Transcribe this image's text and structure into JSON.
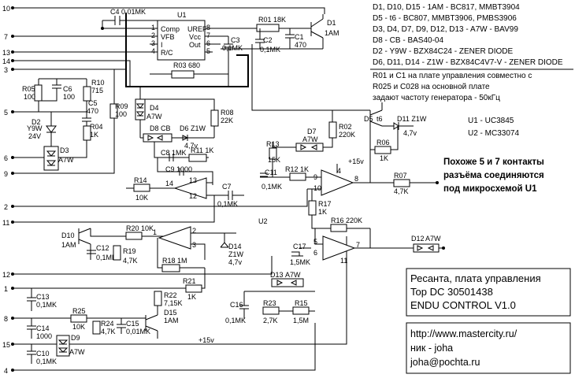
{
  "notes": {
    "parts": [
      "D1, D10, D15 - 1AM - BC817, MMBT3904",
      "D5 - t6 - BC807, MMBT3906, PMBS3906",
      "D3, D4, D7, D9, D12, D13 - A7W - BAV99",
      "D8 - CB - BAS40-04",
      "D2 - Y9W - BZX84C24 - ZENER DIODE",
      "D6, D11, D14 - Z1W - BZX84C4V7-V - ZENER DIODE"
    ],
    "freq": [
      "R01 и C1 на плате управления совместно с",
      "R025 и C028 на основной плате",
      "задают частоту генератора - 50кГц"
    ],
    "ic_list": [
      "U1 - UC3845",
      "U2 - MC33074"
    ],
    "contacts": [
      "Похоже 5 и 7 контакты",
      "разъёма соединяются",
      "под микросхемой U1"
    ]
  },
  "title_block": [
    "Ресанта, плата управления",
    "Top DC 30501438",
    "ENDU CONTROL V1.0"
  ],
  "credits": [
    "http://www.mastercity.ru/",
    "ник - joha",
    "joha@pochta.ru"
  ],
  "connector_pins": [
    "10",
    "7",
    "13",
    "14",
    "3",
    "5",
    "6",
    "9",
    "2",
    "11",
    "12",
    "1",
    "8",
    "15",
    "4"
  ],
  "ic": {
    "u1": {
      "label": "U1",
      "left_pins": [
        {
          "num": "1",
          "name": "Comp"
        },
        {
          "num": "2",
          "name": "VFB"
        },
        {
          "num": "3",
          "name": "I"
        },
        {
          "num": "4",
          "name": "R/C"
        }
      ],
      "right_pins": [
        {
          "num": "8",
          "name": "UREF"
        },
        {
          "num": "7",
          "name": "Vcc"
        },
        {
          "num": "6",
          "name": "Out"
        },
        {
          "num": "5",
          "name": ""
        }
      ]
    },
    "u2": {
      "label": "U2"
    }
  },
  "components": {
    "C4": "C4 0,01MK",
    "R01": "R01 18K",
    "D1_name": "D1",
    "D1_val": "1AM",
    "C3_name": "C3",
    "C3_val": "0,1MK",
    "C2_name": "C2",
    "C2_val": "0,1MK",
    "C1_name": "C1",
    "C1_val": "470",
    "R03": "R03 680",
    "R05_name": "R05",
    "R05_val": "100",
    "C6_name": "C6",
    "C6_val": "100",
    "R10_name": "R10",
    "R10_val": "715",
    "C5_name": "C5",
    "C5_val": "470",
    "R04_name": "R04",
    "R04_val": "1K",
    "R09_name": "R09",
    "R09_val": "100",
    "D2_name": "D2",
    "D2_val": "Y9W",
    "D2_v": "24V",
    "D3_name": "D3",
    "D3_val": "A7W",
    "D4_name": "D4",
    "D4_val": "A7W",
    "R08_name": "R08",
    "R08_val": "22K",
    "D8": "D8 CB",
    "D6": "D6 Z1W",
    "D6_v": "4,7v",
    "C8": "C8 1MK",
    "R11": "R11 1K",
    "C9": "C9 1000",
    "R14_name": "R14",
    "R14_val": "10K",
    "C7_name": "C7",
    "C7_val": "0,1MK",
    "R13_name": "R13",
    "R13_val": "15K",
    "C11_name": "C11",
    "C11_val": "0,1MK",
    "R12": "R12 1K",
    "D7": "D7",
    "D7_val": "A7W",
    "R02_name": "R02",
    "R02_val": "220K",
    "D5": "D5",
    "D5_t": "t6",
    "D11": "D11 Z1W",
    "D11_v": "4,7v",
    "R06_name": "R06",
    "R06_val": "1K",
    "plus15_a": "+15v",
    "R07_name": "R07",
    "R07_val": "4,7K",
    "R17_name": "R17",
    "R17_val": "1K",
    "R16": "R16 220K",
    "D12": "D12",
    "D12_val": "A7W",
    "D10_name": "D10",
    "D10_val": "1AM",
    "R20": "R20 10K",
    "C12_name": "C12",
    "C12_val": "0,1MK",
    "R19_name": "R19",
    "R19_val": "4,7K",
    "R18": "R18 1M",
    "D14_name": "D14",
    "D14_val": "Z1W",
    "D14_v": "4,7v",
    "R21_name": "R21",
    "R21_val": "1K",
    "C17_name": "C17",
    "C17_val": "1,5MK",
    "D13": "D13",
    "D13_val": "A7W",
    "C13_name": "C13",
    "C13_val": "0,1MK",
    "R22_name": "R22",
    "R22_val": "7,15K",
    "D15_name": "D15",
    "D15_val": "1AM",
    "C14_name": "C14",
    "C14_val": "1000",
    "R25_name": "R25",
    "R25_val": "10K",
    "R24_name": "R24",
    "R24_val": "4,7K",
    "C15_name": "C15",
    "C15_val": "0,01MK",
    "C16_name": "C16",
    "C16_val": "0,1MK",
    "R23_name": "R23",
    "R23_val": "2,7K",
    "R15_name": "R15",
    "R15_val": "1,5M",
    "D9_name": "D9",
    "D9_val": "A7W",
    "C10_name": "C10",
    "C10_val": "0,1MK",
    "plus15_b": "+15v"
  },
  "opamp_pins": {
    "a_in": [
      "13",
      "12"
    ],
    "a_out": "14",
    "b_in": [
      "10",
      "9"
    ],
    "b_out": "8",
    "b_sup": "4",
    "c_in": [
      "2",
      "3"
    ],
    "c_out": "1",
    "d_in": [
      "5",
      "6"
    ],
    "d_out": "7",
    "d_sup": "11"
  }
}
